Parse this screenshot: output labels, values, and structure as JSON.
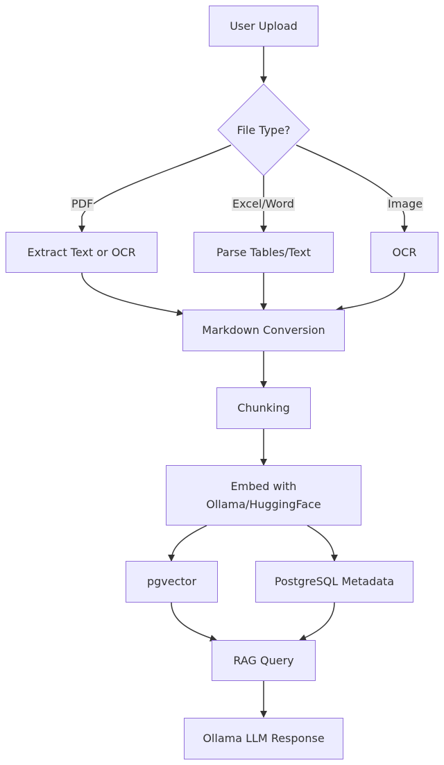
{
  "nodes": {
    "user_upload": "User Upload",
    "file_type": "File Type?",
    "extract_text": "Extract Text or OCR",
    "parse_tables": "Parse Tables/Text",
    "ocr": "OCR",
    "markdown": "Markdown Conversion",
    "chunking": "Chunking",
    "embed": "Embed with\nOllama/HuggingFace",
    "pgvector": "pgvector",
    "postgres_meta": "PostgreSQL Metadata",
    "rag_query": "RAG Query",
    "llm_response": "Ollama LLM Response"
  },
  "edge_labels": {
    "pdf": "PDF",
    "excel_word": "Excel/Word",
    "image": "Image"
  },
  "colors": {
    "node_fill": "#ececff",
    "node_stroke": "#9370db",
    "edge": "#333333",
    "text": "#333333",
    "edge_label_bg": "#e8e8e8"
  }
}
